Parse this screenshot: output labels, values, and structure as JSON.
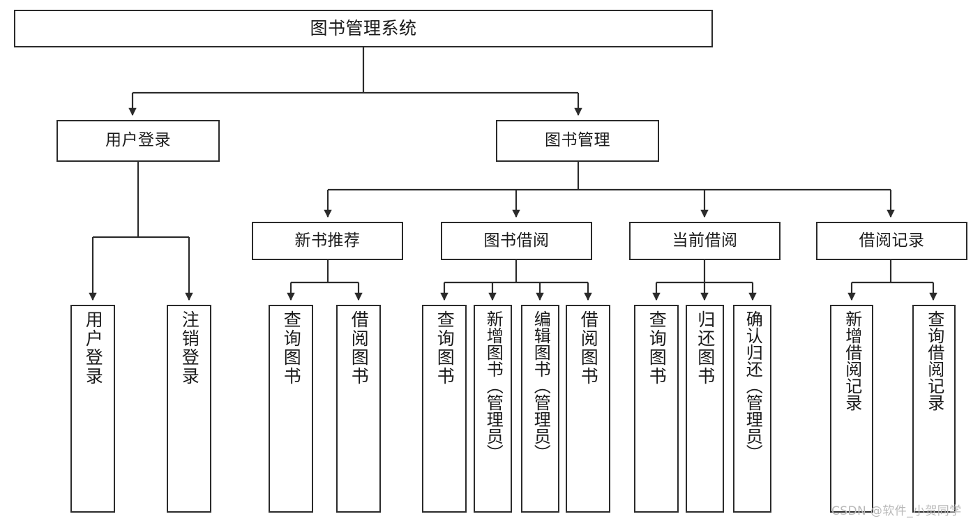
{
  "diagram": {
    "type": "tree",
    "title": "图书管理系统",
    "root": {
      "label": "图书管理系统"
    },
    "level2": [
      {
        "label": "用户登录"
      },
      {
        "label": "图书管理"
      }
    ],
    "level3": [
      {
        "label": "新书推荐"
      },
      {
        "label": "图书借阅"
      },
      {
        "label": "当前借阅"
      },
      {
        "label": "借阅记录"
      }
    ],
    "leaves": {
      "user_login": [
        {
          "label": "用户登录"
        },
        {
          "label": "注销登录"
        }
      ],
      "new_book": [
        {
          "label": "查询图书"
        },
        {
          "label": "借阅图书"
        }
      ],
      "book_borrow": [
        {
          "label": "查询图书"
        },
        {
          "label": "新增图书（管理员）"
        },
        {
          "label": "编辑图书（管理员）"
        },
        {
          "label": "借阅图书"
        }
      ],
      "current_borrow": [
        {
          "label": "查询图书"
        },
        {
          "label": "归还图书"
        },
        {
          "label": "确认归还（管理员）"
        }
      ],
      "borrow_record": [
        {
          "label": "新增借阅记录"
        },
        {
          "label": "查询借阅记录"
        }
      ]
    }
  },
  "colors": {
    "stroke": "#2b2b2b",
    "background": "#ffffff",
    "text": "#1a1a1a",
    "watermark": "#b9b9b9"
  },
  "watermark": {
    "text": "CSDN @软件_小贺同学"
  }
}
